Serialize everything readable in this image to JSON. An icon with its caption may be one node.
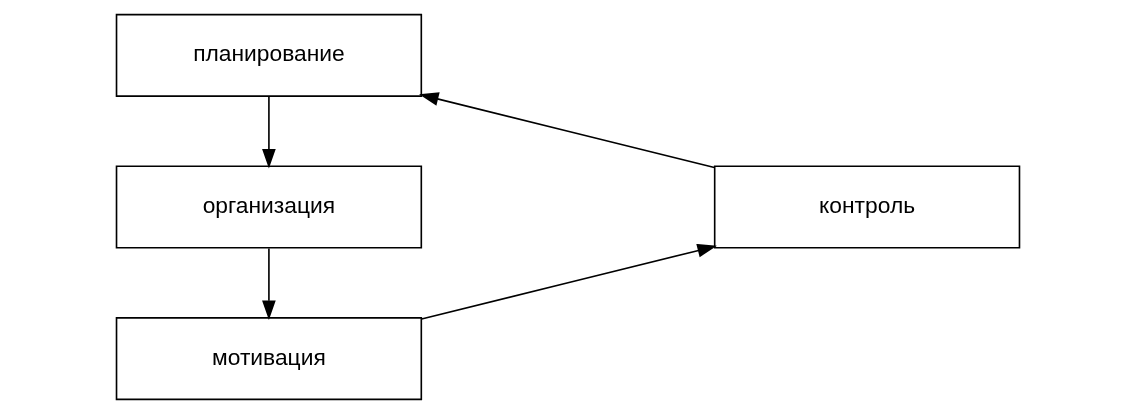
{
  "diagram": {
    "nodes": [
      {
        "text": [
          "планирование"
        ]
      },
      {
        "text": [
          "организация"
        ]
      },
      {
        "text": [
          "мотивация"
        ]
      },
      {
        "text": [
          "контроль"
        ]
      }
    ],
    "edges": [
      {
        "from": 0,
        "to": 1,
        "arrow": "to"
      },
      {
        "from": 1,
        "to": 2,
        "arrow": "to"
      },
      {
        "from": 2,
        "to": 3,
        "arrow": "to"
      },
      {
        "from": 3,
        "to": 0,
        "arrow": "to"
      }
    ]
  }
}
